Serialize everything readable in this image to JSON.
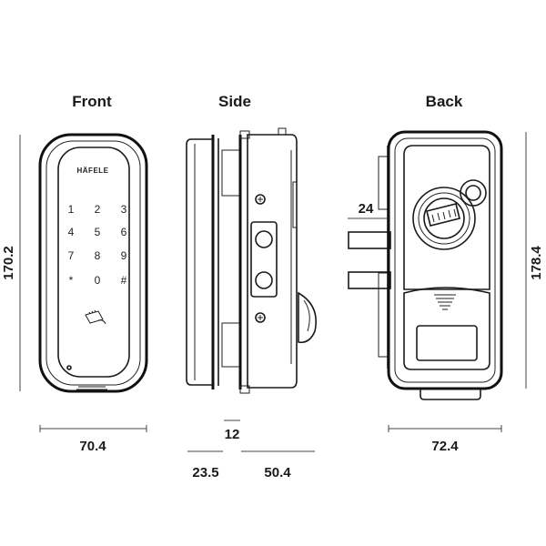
{
  "views": {
    "front": {
      "title": "Front",
      "brand": "HÄFELE",
      "keys": [
        "1",
        "2",
        "3",
        "4",
        "5",
        "6",
        "7",
        "8",
        "9",
        "*",
        "0",
        "#"
      ]
    },
    "side": {
      "title": "Side"
    },
    "back": {
      "title": "Back"
    }
  },
  "dimensions": {
    "front_height": "170.2",
    "front_width": "70.4",
    "side_small": "12",
    "side_left": "23.5",
    "side_right": "50.4",
    "back_offset": "24",
    "back_width": "72.4",
    "back_height": "178.4"
  }
}
